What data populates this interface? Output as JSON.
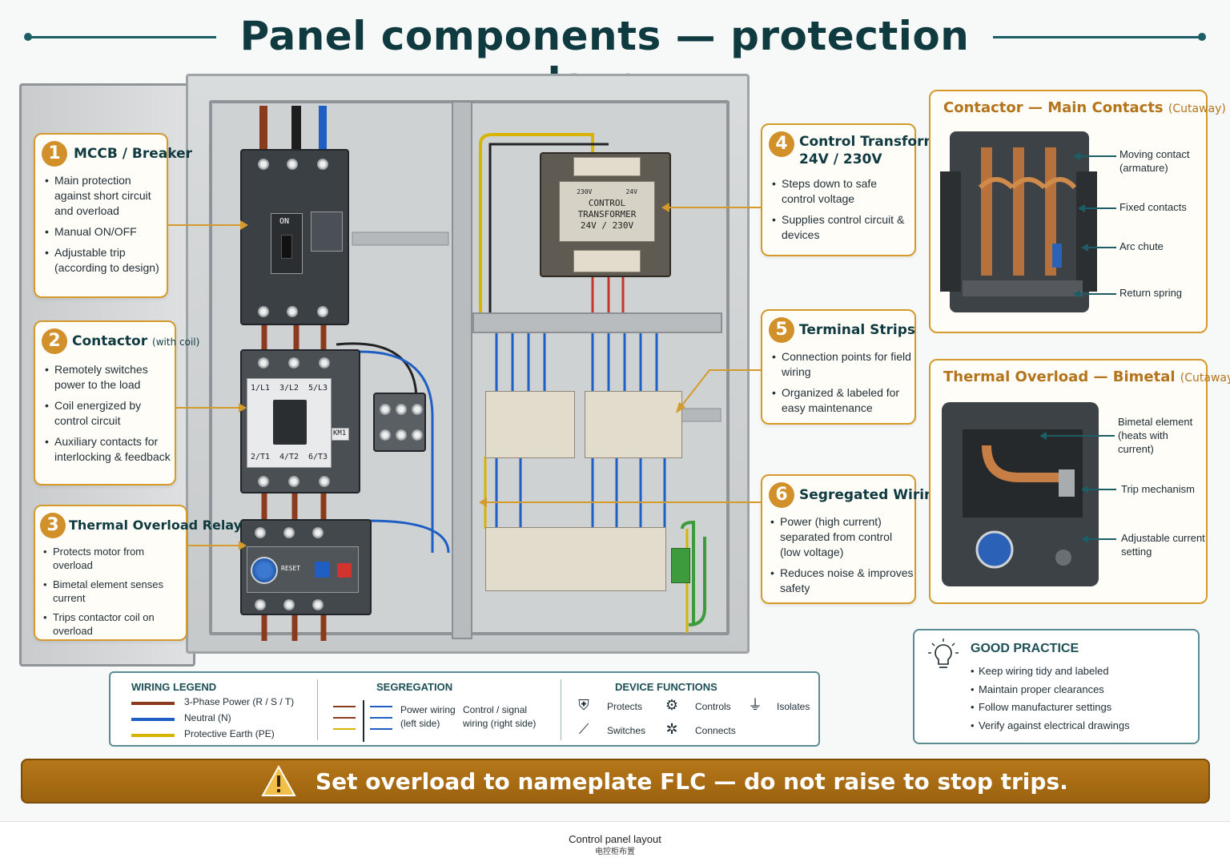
{
  "title": "Panel components — protection layer",
  "colors": {
    "accent": "#d49a2c",
    "teal": "#1c5e66",
    "banner": "#a86c14",
    "phase": "#8b3a1e",
    "neutral": "#1f5ec2",
    "earth": "#d6b400"
  },
  "panel": {
    "mccb": {
      "on_label": "ON"
    },
    "contactor": {
      "terminals_top": [
        "1/L1",
        "3/L2",
        "5/L3"
      ],
      "terminals_bottom": [
        "2/T1",
        "4/T2",
        "6/T3"
      ],
      "tag": "KM1"
    },
    "overload": {
      "reset_label": "RESET"
    },
    "transformer": {
      "left_voltage": "230V",
      "right_voltage": "24V",
      "line1": "CONTROL",
      "line2": "TRANSFORMER",
      "line3": "24V / 230V"
    }
  },
  "callouts": [
    {
      "num": "1",
      "title": "MCCB / Breaker",
      "subtitle": "",
      "bullets": [
        "Main protection against short circuit and overload",
        "Manual ON/OFF",
        "Adjustable trip (according to design)"
      ]
    },
    {
      "num": "2",
      "title": "Contactor",
      "subtitle": "(with coil)",
      "bullets": [
        "Remotely switches power to the load",
        "Coil energized by control circuit",
        "Auxiliary contacts for interlocking & feedback"
      ]
    },
    {
      "num": "3",
      "title": "Thermal Overload Relay",
      "subtitle": "",
      "bullets": [
        "Protects motor from overload",
        "Bimetal element senses current",
        "Trips contactor coil on overload"
      ]
    },
    {
      "num": "4",
      "title": "Control Transformer",
      "title2": "24V / 230V",
      "subtitle": "",
      "bullets": [
        "Steps down to safe control voltage",
        "Supplies control circuit & devices"
      ]
    },
    {
      "num": "5",
      "title": "Terminal Strips",
      "subtitle": "",
      "bullets": [
        "Connection points for field wiring",
        "Organized & labeled for easy maintenance"
      ]
    },
    {
      "num": "6",
      "title": "Segregated Wiring",
      "subtitle": "",
      "bullets": [
        "Power (high current) separated from control (low voltage)",
        "Reduces noise & improves safety"
      ]
    }
  ],
  "contactor_cutaway": {
    "title": "Contactor — Main Contacts",
    "subtitle": "(Cutaway)",
    "labels": [
      "Moving contact (armature)",
      "Fixed contacts",
      "Arc chute",
      "Return spring"
    ]
  },
  "overload_cutaway": {
    "title": "Thermal Overload — Bimetal",
    "subtitle": "(Cutaway)",
    "labels": [
      "Bimetal element (heats with current)",
      "Trip mechanism",
      "Adjustable current setting"
    ]
  },
  "legend": {
    "wiring_head": "WIRING LEGEND",
    "wiring": [
      "3-Phase Power (R / S / T)",
      "Neutral (N)",
      "Protective Earth (PE)"
    ],
    "segregation_head": "SEGREGATION",
    "power_wiring": "Power wiring (left side)",
    "control_wiring": "Control / signal wiring (right side)",
    "functions_head": "DEVICE FUNCTIONS",
    "functions": [
      "Protects",
      "Controls",
      "Isolates",
      "Switches",
      "Connects"
    ]
  },
  "practice": {
    "head": "GOOD PRACTICE",
    "items": [
      "Keep wiring tidy and labeled",
      "Maintain proper clearances",
      "Follow manufacturer settings",
      "Verify against electrical drawings"
    ]
  },
  "banner": {
    "text": "Set overload to nameplate FLC — do not raise to stop trips."
  },
  "footer": {
    "line1": "Control panel layout",
    "line2": "电控柜布置"
  }
}
